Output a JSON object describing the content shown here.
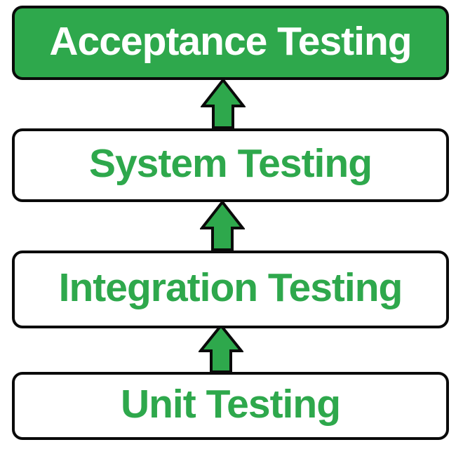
{
  "diagram": {
    "type": "flow",
    "flow_direction": "bottom-to-top",
    "levels_top_to_bottom": [
      {
        "label": "Acceptance Testing",
        "style": "filled-green",
        "text_color": "#FFFFFF"
      },
      {
        "label": "System Testing",
        "style": "outline",
        "text_color": "#2EA84C"
      },
      {
        "label": "Integration Testing",
        "style": "outline",
        "text_color": "#2EA84C"
      },
      {
        "label": "Unit Testing",
        "style": "outline",
        "text_color": "#2EA84C"
      }
    ],
    "arrows": [
      {
        "direction": "up",
        "from": "System Testing",
        "to": "Acceptance Testing"
      },
      {
        "direction": "up",
        "from": "Integration Testing",
        "to": "System Testing"
      },
      {
        "direction": "up",
        "from": "Unit Testing",
        "to": "Integration Testing"
      }
    ],
    "colors": {
      "green": "#2EA84C",
      "border": "#0A0A0A",
      "background": "#FFFFFF",
      "text_on_green": "#FFFFFF"
    }
  }
}
